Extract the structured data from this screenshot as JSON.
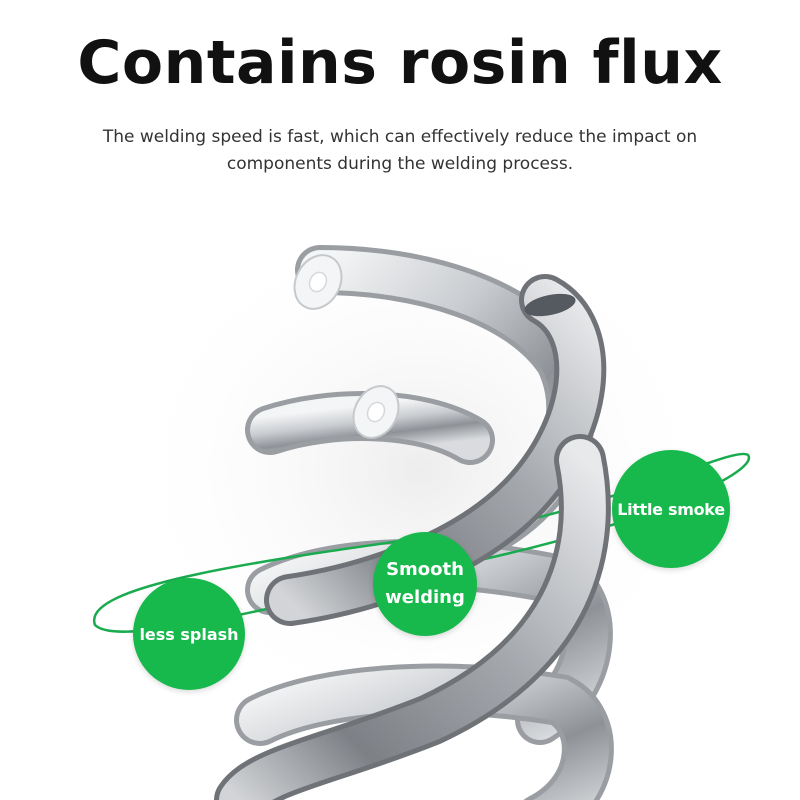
{
  "heading": {
    "title": "Contains rosin flux",
    "subtitle": "The welding speed is fast, which can effectively reduce the impact on components during the welding process."
  },
  "badges": {
    "smoke": "Little smoke",
    "smooth": "Smooth welding",
    "splash": "less splash"
  },
  "colors": {
    "badge_green": "#17b84c",
    "ring_green": "#1aab4f",
    "wire_silver": "#b8bcc0"
  },
  "illustration": "solder-wire-coil-icon"
}
